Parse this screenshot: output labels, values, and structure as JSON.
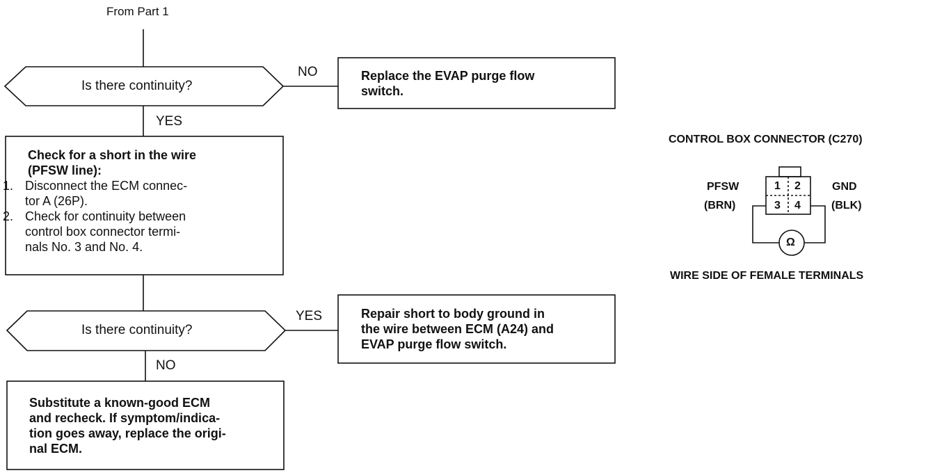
{
  "flow": {
    "from_label": "From Part 1",
    "decision1": {
      "text": "Is there continuity?",
      "no_label": "NO",
      "yes_label": "YES"
    },
    "replace_box": {
      "text_line1": "Replace the EVAP purge flow",
      "text_line2": "switch."
    },
    "check_box": {
      "title_line1": "Check for a short in the wire",
      "title_line2": "(PFSW line):",
      "steps": [
        {
          "num": "1.",
          "line1": "Disconnect the ECM connec-",
          "line2": "tor A (26P)."
        },
        {
          "num": "2.",
          "line1": "Check for continuity between",
          "line2": "control box connector termi-",
          "line3": "nals No. 3 and No. 4."
        }
      ]
    },
    "decision2": {
      "text": "Is there continuity?",
      "yes_label": "YES",
      "no_label": "NO"
    },
    "repair_box": {
      "line1": "Repair short to body ground in",
      "line2": "the wire between ECM (A24) and",
      "line3": "EVAP purge flow switch."
    },
    "substitute_box": {
      "line1": "Substitute a known-good ECM",
      "line2": "and recheck. If symptom/indica-",
      "line3": "tion goes away, replace the origi-",
      "line4": "nal ECM."
    }
  },
  "connector": {
    "title": "CONTROL BOX CONNECTOR (C270)",
    "left_label_1": "PFSW",
    "left_label_2": "(BRN)",
    "right_label_1": "GND",
    "right_label_2": "(BLK)",
    "pins": [
      "1",
      "2",
      "3",
      "4"
    ],
    "meter_symbol": "Ω",
    "footer": "WIRE SIDE OF FEMALE TERMINALS"
  }
}
